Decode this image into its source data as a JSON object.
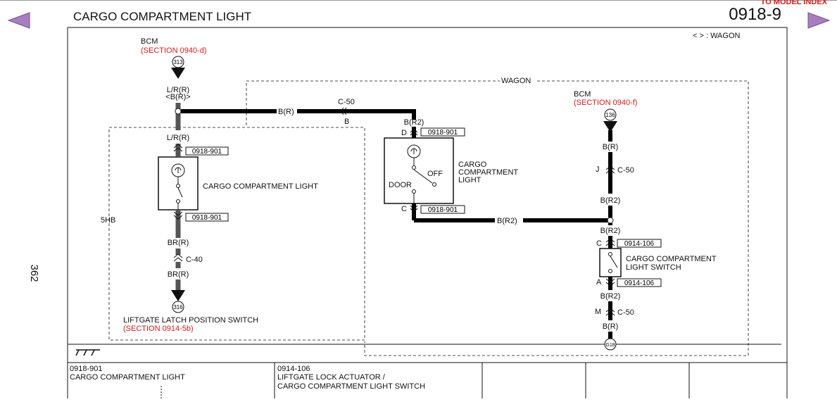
{
  "header": {
    "title": "CARGO COMPARTMENT LIGHT",
    "page_code": "0918-9",
    "top_link": "TO MODEL INDEX",
    "legend": "< > : WAGON",
    "side_page": "362"
  },
  "icons": {
    "prev": "prev-page-icon",
    "next": "next-page-icon",
    "ground": "ground-icon"
  },
  "colors": {
    "red": "#d11a1a",
    "nav": "#a77fbf",
    "wire": "#000000",
    "wire_gray": "#555555"
  },
  "diagram": {
    "bcm_left": {
      "name": "BCM",
      "section": "(SECTION 0940-d)",
      "pin": "313"
    },
    "bcm_right": {
      "name": "BCM",
      "section": "(SECTION 0940-f)",
      "pin": "136"
    },
    "wagon_label": "WAGON",
    "label_5hb": "5HB",
    "wire_lr_r": "L/R(R)",
    "wire_lr_r_wagon": "<B(R)>",
    "wire_lr_r_2": "L/R(R)",
    "wire_b_r_top": "B(R)",
    "conn_c50_top": "C-50",
    "conn_c50_top_pin": "B",
    "wire_b_r2_top": "B(R2)",
    "pin_d": "D",
    "conn_0918_901_a": "0918-901",
    "conn_0918_901_b": "0918-901",
    "conn_0918_901_c": "0918-901",
    "conn_0918_901_d": "0918-901",
    "light_left": "CARGO COMPARTMENT LIGHT",
    "light_right_l1": "CARGO",
    "light_right_l2": "COMPARTMENT",
    "light_right_l3": "LIGHT",
    "off": "OFF",
    "door": "DOOR",
    "pin_c": "C",
    "wire_b_r2_mid": "B(R2)",
    "wire_br_r_1": "BR(R)",
    "conn_c40": "C-40",
    "wire_br_r_2": "BR(R)",
    "switch_pin": "316",
    "switch_name": "LIFTGATE LATCH POSITION SWITCH",
    "switch_section": "(SECTION 0914-5b)",
    "wire_b_r_right1": "B(R)",
    "pin_j": "J",
    "conn_c50_j": "C-50",
    "wire_b_r2_r1": "B(R2)",
    "wire_b_r2_r2": "B(R2)",
    "pin_c2": "C",
    "conn_0914_106_a": "0914-106",
    "csw_l1": "CARGO COMPARTMENT",
    "csw_l2": "LIGHT SWITCH",
    "pin_a": "A",
    "conn_0914_106_b": "0914-106",
    "wire_b_r2_r3": "B(R2)",
    "pin_m": "M",
    "conn_c50_m": "C-50",
    "wire_b_r_r2": "B(R)",
    "ground": "G18"
  },
  "footer": {
    "cell1_code": "0918-901",
    "cell1_name": "CARGO COMPARTMENT LIGHT",
    "cell2_code": "0914-106",
    "cell2_name_l1": "LIFTGATE LOCK ACTUATOR /",
    "cell2_name_l2": "CARGO COMPARTMENT LIGHT SWITCH"
  }
}
